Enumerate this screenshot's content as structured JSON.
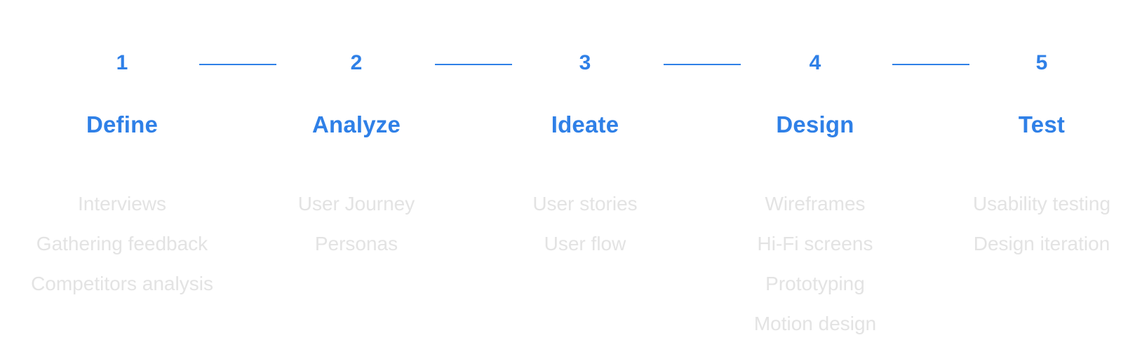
{
  "accent_color": "#2f80e7",
  "muted_text_color": "#e3e3e3",
  "steps": [
    {
      "number": "1",
      "title": "Define",
      "items": [
        "Interviews",
        "Gathering feedback",
        "Competitors analysis"
      ]
    },
    {
      "number": "2",
      "title": "Analyze",
      "items": [
        "User Journey",
        "Personas"
      ]
    },
    {
      "number": "3",
      "title": "Ideate",
      "items": [
        "User stories",
        "User flow"
      ]
    },
    {
      "number": "4",
      "title": "Design",
      "items": [
        "Wireframes",
        "Hi-Fi screens",
        "Prototyping",
        "Motion design"
      ]
    },
    {
      "number": "5",
      "title": "Test",
      "items": [
        "Usability testing",
        "Design iteration"
      ]
    }
  ]
}
